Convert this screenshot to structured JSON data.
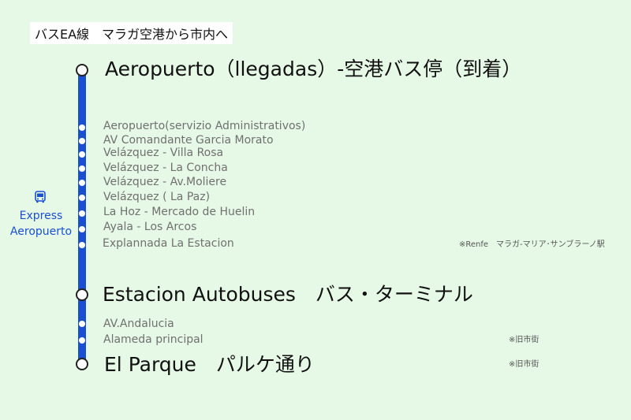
{
  "title": "バスEA線　マラガ空港から市内へ",
  "route_label": {
    "line1": "Express",
    "line2": "Aeropuerto",
    "icon": "bus-icon",
    "color": "#1a4fd0"
  },
  "stations": {
    "aeropuerto": "Aeropuerto（llegadas）-空港バス停（到着）",
    "estacion": "Estacion Autobuses　バス・ターミナル",
    "parque": "El Parque　パルケ通り"
  },
  "stops_a": [
    "Aeropuerto(servizio Administrativos)",
    "AV Comandante Garcia Morato",
    "Velázquez - Villa Rosa",
    "Velázquez - La Concha",
    "Velázquez - Av.Moliere",
    "Velázquez ( La Paz)",
    "La Hoz - Mercado de Huelin",
    "Ayala - Los Arcos",
    "Explannada La Estacion"
  ],
  "stops_b": [
    "AV.Andalucia",
    "Alameda principal"
  ],
  "notes": {
    "renfe": "※Renfe　マラガ-マリア･サンブラーノ駅",
    "old_town_1": "※旧市街",
    "old_town_2": "※旧市街"
  },
  "colors": {
    "background": "#e6f8e6",
    "line": "#1a4fd0",
    "minor_text": "#707070"
  }
}
